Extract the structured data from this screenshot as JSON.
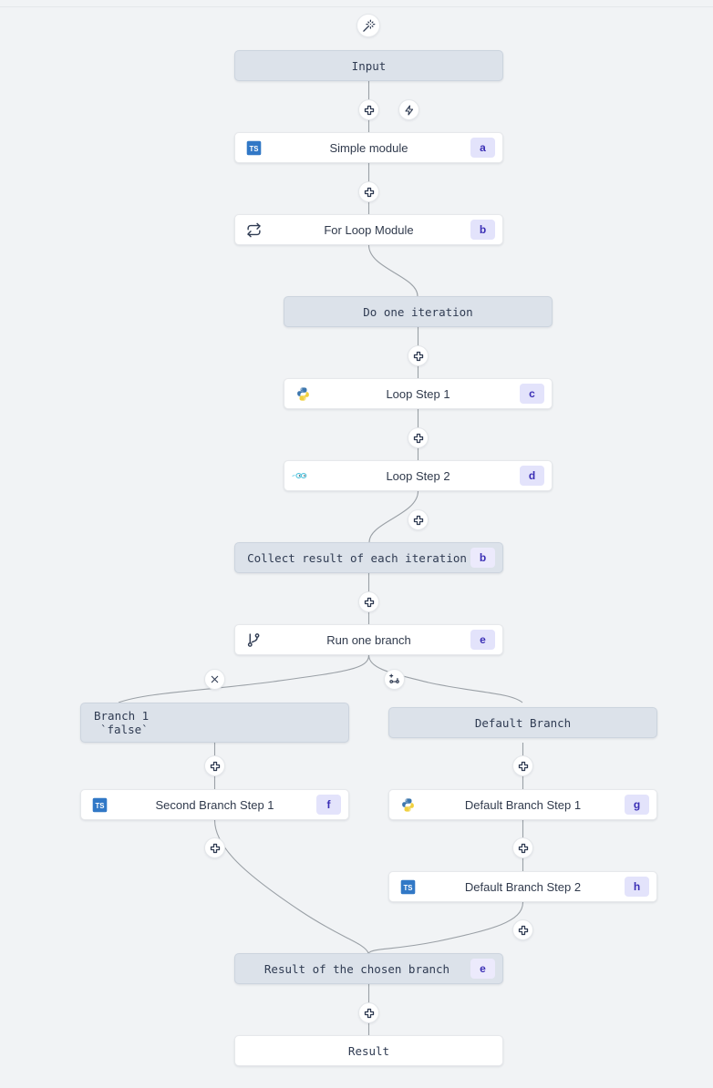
{
  "graph": {
    "title": "Workflow flow editor",
    "background_color": "#f1f3f5",
    "edge_color": "#9aa0a6",
    "shaded_node_color": "#dce2ea",
    "badge_bg_color": "#e3e3fb",
    "badge_text_color": "#3b2fb5"
  },
  "top_button": {
    "icon": "magic-wand-icon"
  },
  "nodes": {
    "input": {
      "label": "Input",
      "kind": "shaded"
    },
    "simple_module": {
      "label": "Simple module",
      "badge": "a",
      "icon": "typescript-icon"
    },
    "for_loop_module": {
      "label": "For Loop Module",
      "badge": "b",
      "icon": "loop-icon"
    },
    "do_one_iteration": {
      "label": "Do one iteration",
      "kind": "shaded"
    },
    "loop_step_1": {
      "label": "Loop Step 1",
      "badge": "c",
      "icon": "python-icon"
    },
    "loop_step_2": {
      "label": "Loop Step 2",
      "badge": "d",
      "icon": "go-icon"
    },
    "collect_result": {
      "label": "Collect result of each iteration",
      "badge": "b",
      "kind": "shaded"
    },
    "run_one_branch": {
      "label": "Run one branch",
      "badge": "e",
      "icon": "branch-icon"
    },
    "branch_1": {
      "label_line1": "Branch 1",
      "label_line2": "`false`",
      "kind": "shaded"
    },
    "default_branch": {
      "label": "Default Branch",
      "kind": "shaded"
    },
    "second_branch_step_1": {
      "label": "Second Branch Step 1",
      "badge": "f",
      "icon": "typescript-icon"
    },
    "default_branch_step_1": {
      "label": "Default Branch Step 1",
      "badge": "g",
      "icon": "python-icon"
    },
    "default_branch_step_2": {
      "label": "Default Branch Step 2",
      "badge": "h",
      "icon": "typescript-icon"
    },
    "result_of_chosen_branch": {
      "label": "Result of the chosen branch",
      "badge": "e",
      "kind": "shaded"
    },
    "result": {
      "label": "Result",
      "kind": "white"
    }
  },
  "controls": {
    "add_input_step": {
      "icon": "plus-icon",
      "tooltip": "Add step"
    },
    "trigger": {
      "icon": "lightning-icon",
      "tooltip": "Trigger"
    },
    "add_after_simple_module": {
      "icon": "plus-icon"
    },
    "add_after_do_one_iteration": {
      "icon": "plus-icon"
    },
    "add_after_loop_step_1": {
      "icon": "plus-icon"
    },
    "add_after_loop_step_2": {
      "icon": "plus-icon"
    },
    "add_after_collect_result": {
      "icon": "plus-icon"
    },
    "delete_branch": {
      "icon": "close-icon",
      "tooltip": "Delete branch"
    },
    "add_branch": {
      "icon": "add-branch-icon",
      "tooltip": "Add branch"
    },
    "add_after_branch_1": {
      "icon": "plus-icon"
    },
    "add_after_default_branch": {
      "icon": "plus-icon"
    },
    "add_after_second_branch_step_1": {
      "icon": "plus-icon"
    },
    "add_after_default_branch_step_1": {
      "icon": "plus-icon"
    },
    "add_after_default_branch_step_2": {
      "icon": "plus-icon"
    },
    "add_after_result_of_chosen_branch": {
      "icon": "plus-icon"
    }
  }
}
